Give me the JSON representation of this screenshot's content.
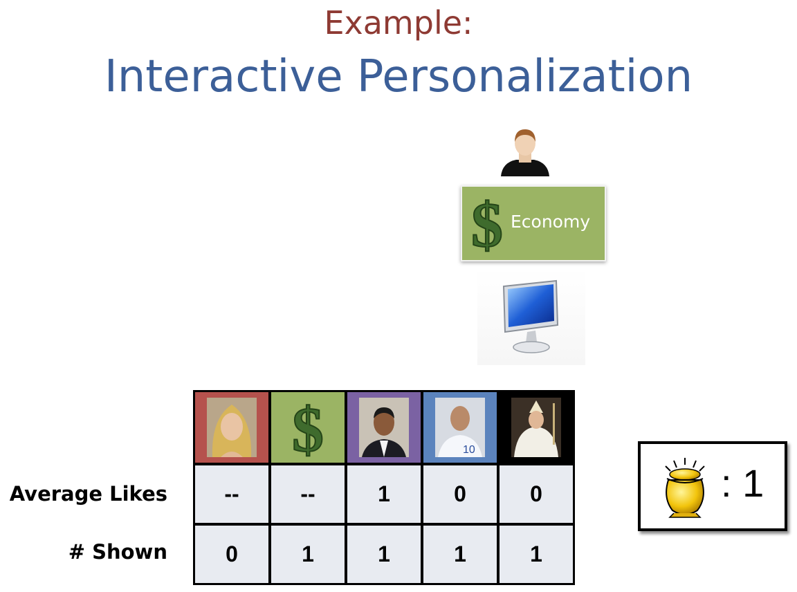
{
  "header": {
    "subtitle": "Example:",
    "title": "Interactive Personalization"
  },
  "topic": {
    "label": "Economy",
    "icon": "dollar-icon"
  },
  "table": {
    "columns": [
      {
        "icon": "woman-portrait-icon",
        "color": "#b5524d"
      },
      {
        "icon": "dollar-icon",
        "color": "#9bb464"
      },
      {
        "icon": "man-suit-portrait-icon",
        "color": "#7b62a3"
      },
      {
        "icon": "soccer-player-portrait-icon",
        "color": "#5b83bd"
      },
      {
        "icon": "pope-portrait-icon",
        "color": "#000000"
      }
    ],
    "rows": [
      {
        "label": "Average Likes",
        "values": [
          "--",
          "--",
          "1",
          "0",
          "0"
        ]
      },
      {
        "label": "# Shown",
        "values": [
          "0",
          "1",
          "1",
          "1",
          "1"
        ]
      }
    ]
  },
  "reward": {
    "icon": "gold-pot-icon",
    "text": ": 1"
  }
}
